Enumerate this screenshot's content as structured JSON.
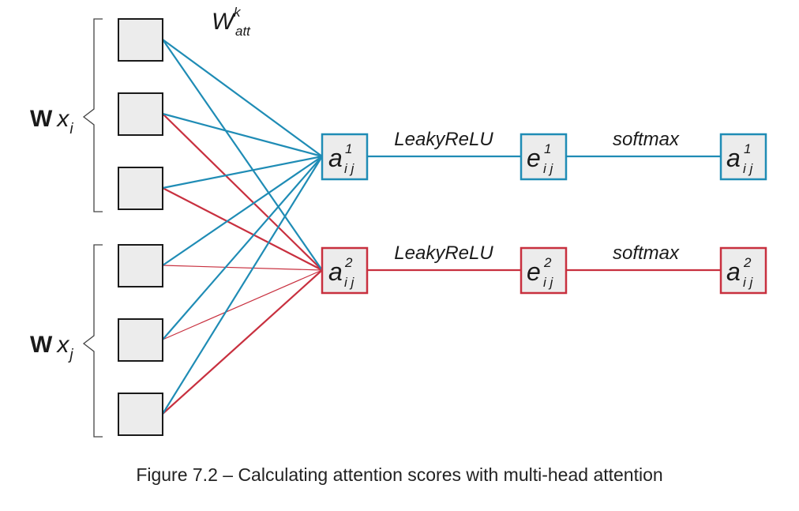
{
  "weight_label": {
    "base": "W",
    "sup": "k",
    "sub": "att"
  },
  "groups": [
    {
      "bold": "W",
      "var": "x",
      "sub": "i"
    },
    {
      "bold": "W",
      "var": "x",
      "sub": "j"
    }
  ],
  "heads": [
    {
      "color": "#1f8cb5",
      "a_base": "a",
      "a_sup": "1",
      "a_sub": "i j",
      "fn1": "LeakyReLU",
      "e_base": "e",
      "e_sup": "1",
      "e_sub": "i j",
      "fn2": "softmax",
      "out_base": "a",
      "out_sup": "1",
      "out_sub": "i j"
    },
    {
      "color": "#c8303f",
      "a_base": "a",
      "a_sup": "2",
      "a_sub": "i j",
      "fn1": "LeakyReLU",
      "e_base": "e",
      "e_sup": "2",
      "e_sub": "i j",
      "fn2": "softmax",
      "out_base": "a",
      "out_sup": "2",
      "out_sub": "i j"
    }
  ],
  "caption": "Figure 7.2 – Calculating attention scores with multi-head attention"
}
